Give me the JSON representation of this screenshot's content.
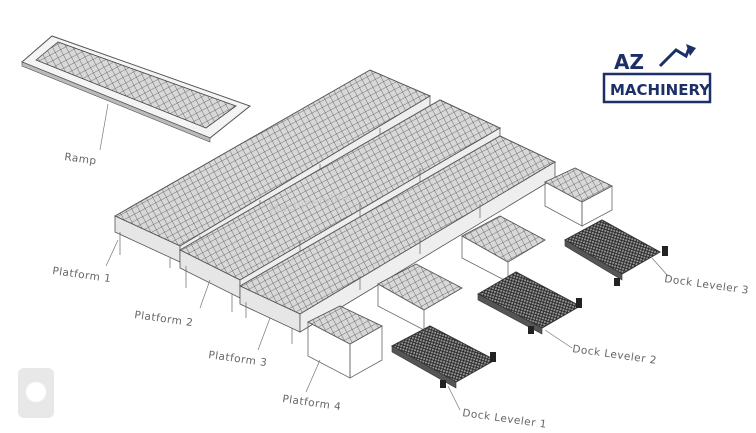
{
  "diagram": {
    "labels": {
      "ramp": "Ramp",
      "platform_1": "Platform 1",
      "platform_2": "Platform 2",
      "platform_3": "Platform 3",
      "platform_4": "Platform 4",
      "dock_leveler_1": "Dock Leveler 1",
      "dock_leveler_2": "Dock Leveler 2",
      "dock_leveler_3": "Dock Leveler 3"
    }
  },
  "logo": {
    "brand_top": "AZ",
    "brand_bottom": "MACHINERY",
    "brand_color": "#1c2f66"
  },
  "watermark": {
    "text": "Machineryline"
  },
  "colors": {
    "line": "#555555",
    "mesh": "#444444",
    "leveler": "#333333",
    "label": "#666666"
  }
}
